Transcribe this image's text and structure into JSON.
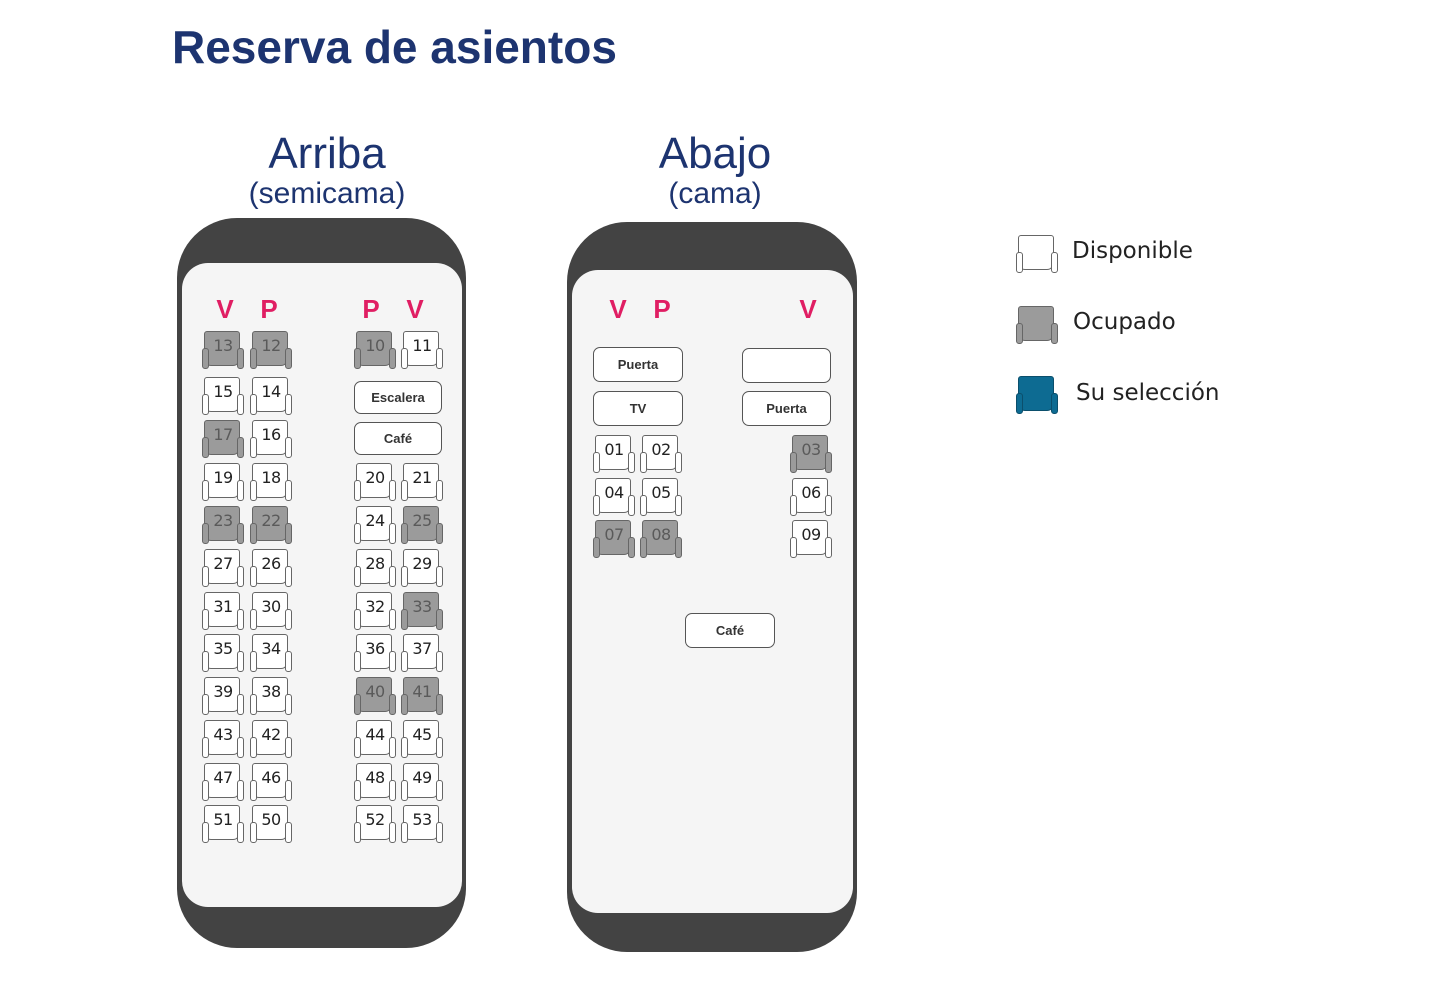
{
  "page": {
    "title": "Reserva de asientos"
  },
  "upper_deck": {
    "title": "Arriba",
    "subtitle": "(semicama)",
    "column_markers": [
      "V",
      "P",
      "P",
      "V"
    ],
    "seats": [
      {
        "num": "13",
        "status": "occupied"
      },
      {
        "num": "12",
        "status": "occupied"
      },
      {
        "num": "10",
        "status": "occupied"
      },
      {
        "num": "11",
        "status": "available"
      },
      {
        "num": "15",
        "status": "available"
      },
      {
        "num": "14",
        "status": "available"
      },
      {
        "num": "17",
        "status": "occupied"
      },
      {
        "num": "16",
        "status": "available"
      },
      {
        "num": "19",
        "status": "available"
      },
      {
        "num": "18",
        "status": "available"
      },
      {
        "num": "20",
        "status": "available"
      },
      {
        "num": "21",
        "status": "available"
      },
      {
        "num": "23",
        "status": "occupied"
      },
      {
        "num": "22",
        "status": "occupied"
      },
      {
        "num": "24",
        "status": "available"
      },
      {
        "num": "25",
        "status": "occupied"
      },
      {
        "num": "27",
        "status": "available"
      },
      {
        "num": "26",
        "status": "available"
      },
      {
        "num": "28",
        "status": "available"
      },
      {
        "num": "29",
        "status": "available"
      },
      {
        "num": "31",
        "status": "available"
      },
      {
        "num": "30",
        "status": "available"
      },
      {
        "num": "32",
        "status": "available"
      },
      {
        "num": "33",
        "status": "occupied"
      },
      {
        "num": "35",
        "status": "available"
      },
      {
        "num": "34",
        "status": "available"
      },
      {
        "num": "36",
        "status": "available"
      },
      {
        "num": "37",
        "status": "available"
      },
      {
        "num": "39",
        "status": "available"
      },
      {
        "num": "38",
        "status": "available"
      },
      {
        "num": "40",
        "status": "occupied"
      },
      {
        "num": "41",
        "status": "occupied"
      },
      {
        "num": "43",
        "status": "available"
      },
      {
        "num": "42",
        "status": "available"
      },
      {
        "num": "44",
        "status": "available"
      },
      {
        "num": "45",
        "status": "available"
      },
      {
        "num": "47",
        "status": "available"
      },
      {
        "num": "46",
        "status": "available"
      },
      {
        "num": "48",
        "status": "available"
      },
      {
        "num": "49",
        "status": "available"
      },
      {
        "num": "51",
        "status": "available"
      },
      {
        "num": "50",
        "status": "available"
      },
      {
        "num": "52",
        "status": "available"
      },
      {
        "num": "53",
        "status": "available"
      }
    ],
    "facilities": [
      "Escalera",
      "Café"
    ]
  },
  "lower_deck": {
    "title": "Abajo",
    "subtitle": "(cama)",
    "column_markers": [
      "V",
      "P",
      "V"
    ],
    "facilities": [
      "Puerta",
      "",
      "TV",
      "Puerta",
      "Café"
    ],
    "seats": [
      {
        "num": "01",
        "status": "available"
      },
      {
        "num": "02",
        "status": "available"
      },
      {
        "num": "03",
        "status": "occupied"
      },
      {
        "num": "04",
        "status": "available"
      },
      {
        "num": "05",
        "status": "available"
      },
      {
        "num": "06",
        "status": "available"
      },
      {
        "num": "07",
        "status": "occupied"
      },
      {
        "num": "08",
        "status": "occupied"
      },
      {
        "num": "09",
        "status": "available"
      }
    ]
  },
  "legend": [
    {
      "label": "Disponible",
      "status": "available"
    },
    {
      "label": "Ocupado",
      "status": "occupied"
    },
    {
      "label": "Su selección",
      "status": "selected"
    }
  ],
  "colors": {
    "title": "#1d3470",
    "marker": "#e01e63",
    "bus_frame": "#434343",
    "occupied": "#9b9b9b",
    "selected": "#0d6b92"
  }
}
